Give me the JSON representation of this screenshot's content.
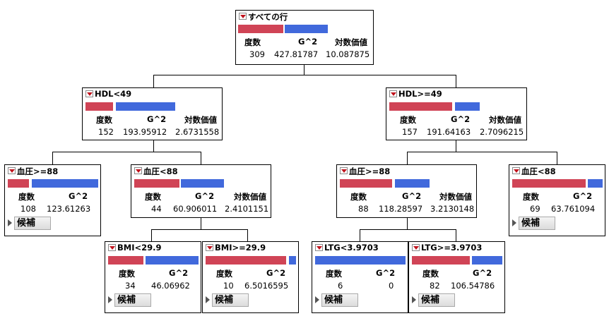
{
  "headers": {
    "count": "度数",
    "g2": "G^2",
    "logworth": "対数価値"
  },
  "candidates_label": "候補",
  "nodes": {
    "root": {
      "title": "すべての行",
      "count": "309",
      "g2": "427.81787",
      "logworth": "10.087875"
    },
    "hdl_lt": {
      "title": "HDL<49",
      "count": "152",
      "g2": "193.95912",
      "logworth": "2.6731558"
    },
    "hdl_ge": {
      "title": "HDL>=49",
      "count": "157",
      "g2": "191.64163",
      "logworth": "2.7096215"
    },
    "bp_ge_l": {
      "title": "血圧>=88",
      "count": "108",
      "g2": "123.61263"
    },
    "bp_lt_l": {
      "title": "血圧<88",
      "count": "44",
      "g2": "60.906011",
      "logworth": "2.4101151"
    },
    "bp_ge_r": {
      "title": "血圧>=88",
      "count": "88",
      "g2": "118.28597",
      "logworth": "3.2130148"
    },
    "bp_lt_r": {
      "title": "血圧<88",
      "count": "69",
      "g2": "63.761094"
    },
    "bmi_lt": {
      "title": "BMI<29.9",
      "count": "34",
      "g2": "46.06962"
    },
    "bmi_ge": {
      "title": "BMI>=29.9",
      "count": "10",
      "g2": "6.5016595"
    },
    "ltg_lt": {
      "title": "LTG<3.9703",
      "count": "6",
      "g2": "0"
    },
    "ltg_ge": {
      "title": "LTG>=3.9703",
      "count": "82",
      "g2": "106.54786"
    }
  },
  "colors": {
    "red": "#d04456",
    "blue": "#4169dc"
  },
  "icons": {
    "node_menu": "red-down-triangle-icon",
    "expander": "disclosure-triangle-icon"
  }
}
